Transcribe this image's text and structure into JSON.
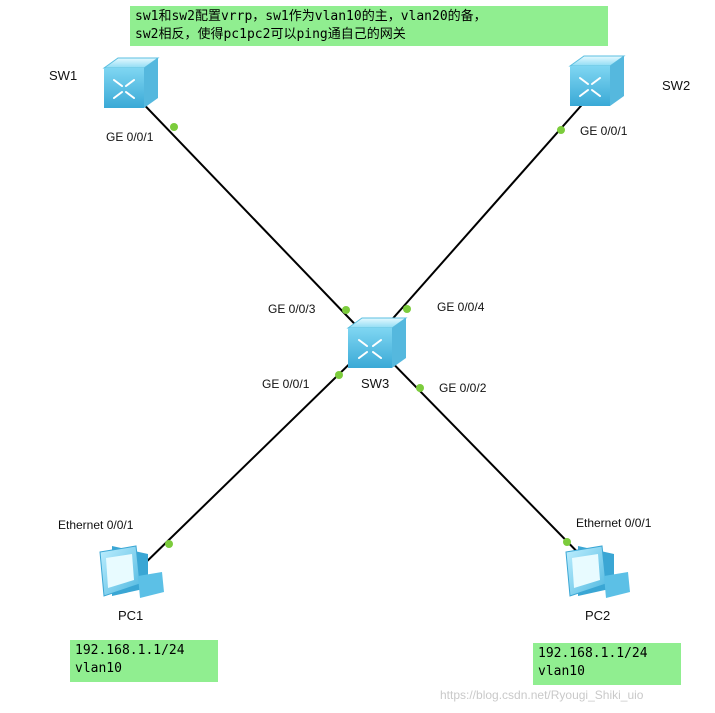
{
  "notes": {
    "top": [
      "sw1和sw2配置vrrp，sw1作为vlan10的主，vlan20的备，",
      "sw2相反，使得pc1pc2可以ping通自己的网关"
    ],
    "pc1": [
      "192.168.1.1/24",
      "vlan10"
    ],
    "pc2": [
      "192.168.1.1/24",
      "vlan10"
    ]
  },
  "devices": {
    "sw1": {
      "name": "SW1",
      "type": "switch-icon"
    },
    "sw2": {
      "name": "SW2",
      "type": "switch-icon"
    },
    "sw3": {
      "name": "SW3",
      "type": "core-switch-icon"
    },
    "pc1": {
      "name": "PC1",
      "type": "pc-icon"
    },
    "pc2": {
      "name": "PC2",
      "type": "pc-icon"
    }
  },
  "ports": {
    "sw1_ge001": "GE 0/0/1",
    "sw2_ge001": "GE 0/0/1",
    "sw3_ge003": "GE 0/0/3",
    "sw3_ge004": "GE 0/0/4",
    "sw3_ge001": "GE 0/0/1",
    "sw3_ge002": "GE 0/0/2",
    "pc1_eth": "Ethernet 0/0/1",
    "pc2_eth": "Ethernet 0/0/1"
  },
  "colors": {
    "note_bg": "#90ee90",
    "link": "#000000",
    "port_dot": "#7ccc3c",
    "device": "#6fd3f0"
  },
  "watermark": "https://blog.csdn.net/Ryougi_Shiki_uio"
}
